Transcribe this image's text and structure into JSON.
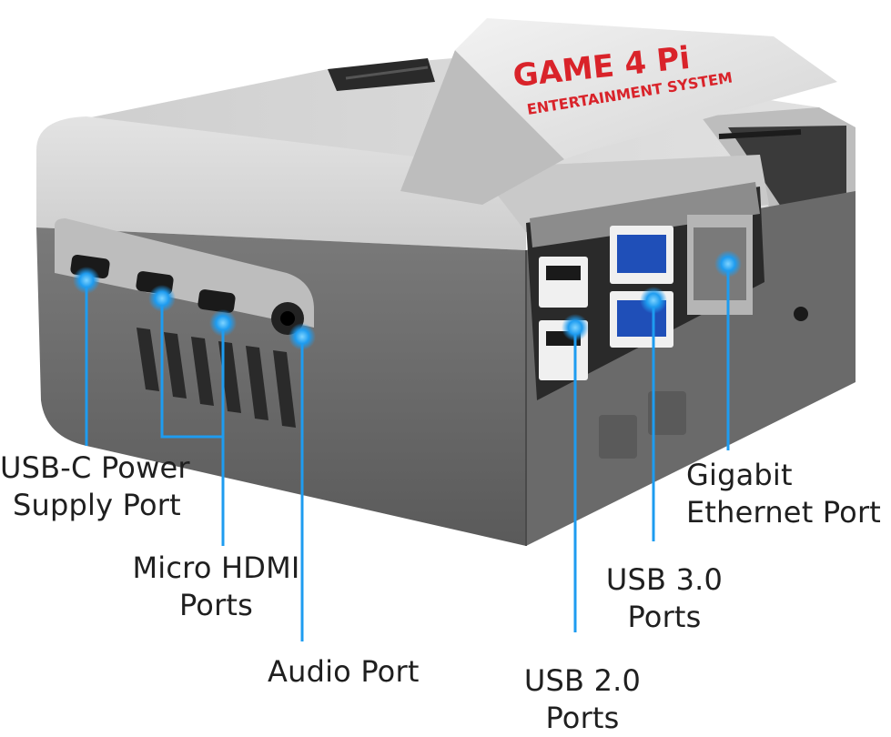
{
  "case": {
    "lid_title": "GAME 4 Pi",
    "lid_subtitle": "ENTERTAINMENT SYSTEM"
  },
  "callouts": {
    "usb_c": {
      "line1": "USB-C Power",
      "line2": "Supply Port"
    },
    "hdmi": {
      "line1": "Micro HDMI",
      "line2": "Ports"
    },
    "audio": {
      "line1": "Audio Port"
    },
    "usb2": {
      "line1": "USB 2.0",
      "line2": "Ports"
    },
    "usb3": {
      "line1": "USB 3.0",
      "line2": "Ports"
    },
    "ethernet": {
      "line1": "Gigabit",
      "line2": "Ethernet Port"
    }
  },
  "colors": {
    "accent_blue": "#1e9cf0",
    "case_light_gray": "#d9d9d9",
    "case_dark_gray": "#6e6e6e",
    "logo_red": "#d9232a"
  }
}
